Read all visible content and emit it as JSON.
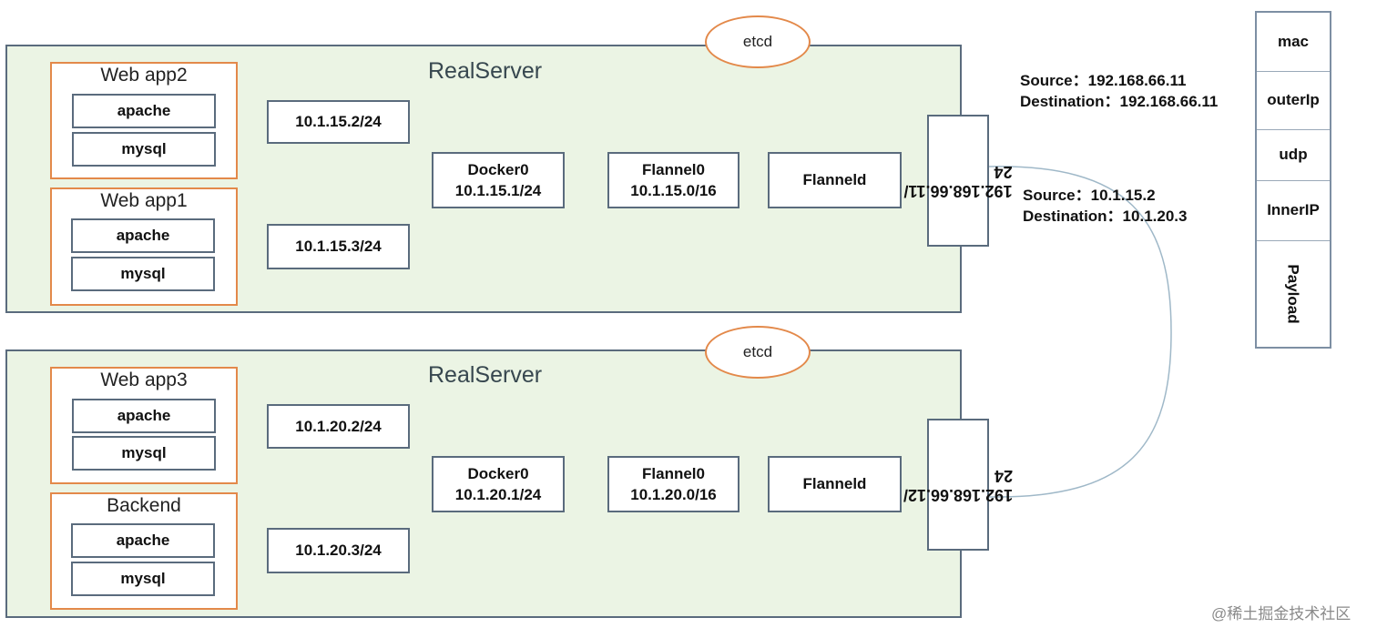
{
  "servers": [
    {
      "title": "RealServer",
      "apps": [
        {
          "name": "Web app2",
          "items": [
            "apache",
            "mysql"
          ]
        },
        {
          "name": "Web app1",
          "items": [
            "apache",
            "mysql"
          ]
        }
      ],
      "subnets": [
        "10.1.15.2/24",
        "10.1.15.3/24"
      ],
      "docker": {
        "name": "Docker0",
        "ip": "10.1.15.1/24"
      },
      "flannel0": {
        "name": "Flannel0",
        "ip": "10.1.15.0/16"
      },
      "flanneld": "Flanneld",
      "etcd": "etcd",
      "host_ip": "192.168.66.11/\n24"
    },
    {
      "title": "RealServer",
      "apps": [
        {
          "name": "Web app3",
          "items": [
            "apache",
            "mysql"
          ]
        },
        {
          "name": "Backend",
          "items": [
            "apache",
            "mysql"
          ]
        }
      ],
      "subnets": [
        "10.1.20.2/24",
        "10.1.20.3/24"
      ],
      "docker": {
        "name": "Docker0",
        "ip": "10.1.20.1/24"
      },
      "flannel0": {
        "name": "Flannel0",
        "ip": "10.1.20.0/16"
      },
      "flanneld": "Flanneld",
      "etcd": "etcd",
      "host_ip": "192.168.66.12/\n24"
    }
  ],
  "outer_packet": {
    "source": "Source：192.168.66.11",
    "destination": "Destination：192.168.66.11"
  },
  "inner_packet": {
    "source": "Source：10.1.15.2",
    "destination": "Destination：10.1.20.3"
  },
  "packet_layers": [
    "mac",
    "outerIp",
    "udp",
    "InnerIP",
    "Payload"
  ],
  "watermark": "@稀土掘金技术社区",
  "colors": {
    "server_bg": "#ebf4e4",
    "app_border": "#e3894a",
    "box_border": "#5a6b7d",
    "line": "#9fb8c8"
  }
}
